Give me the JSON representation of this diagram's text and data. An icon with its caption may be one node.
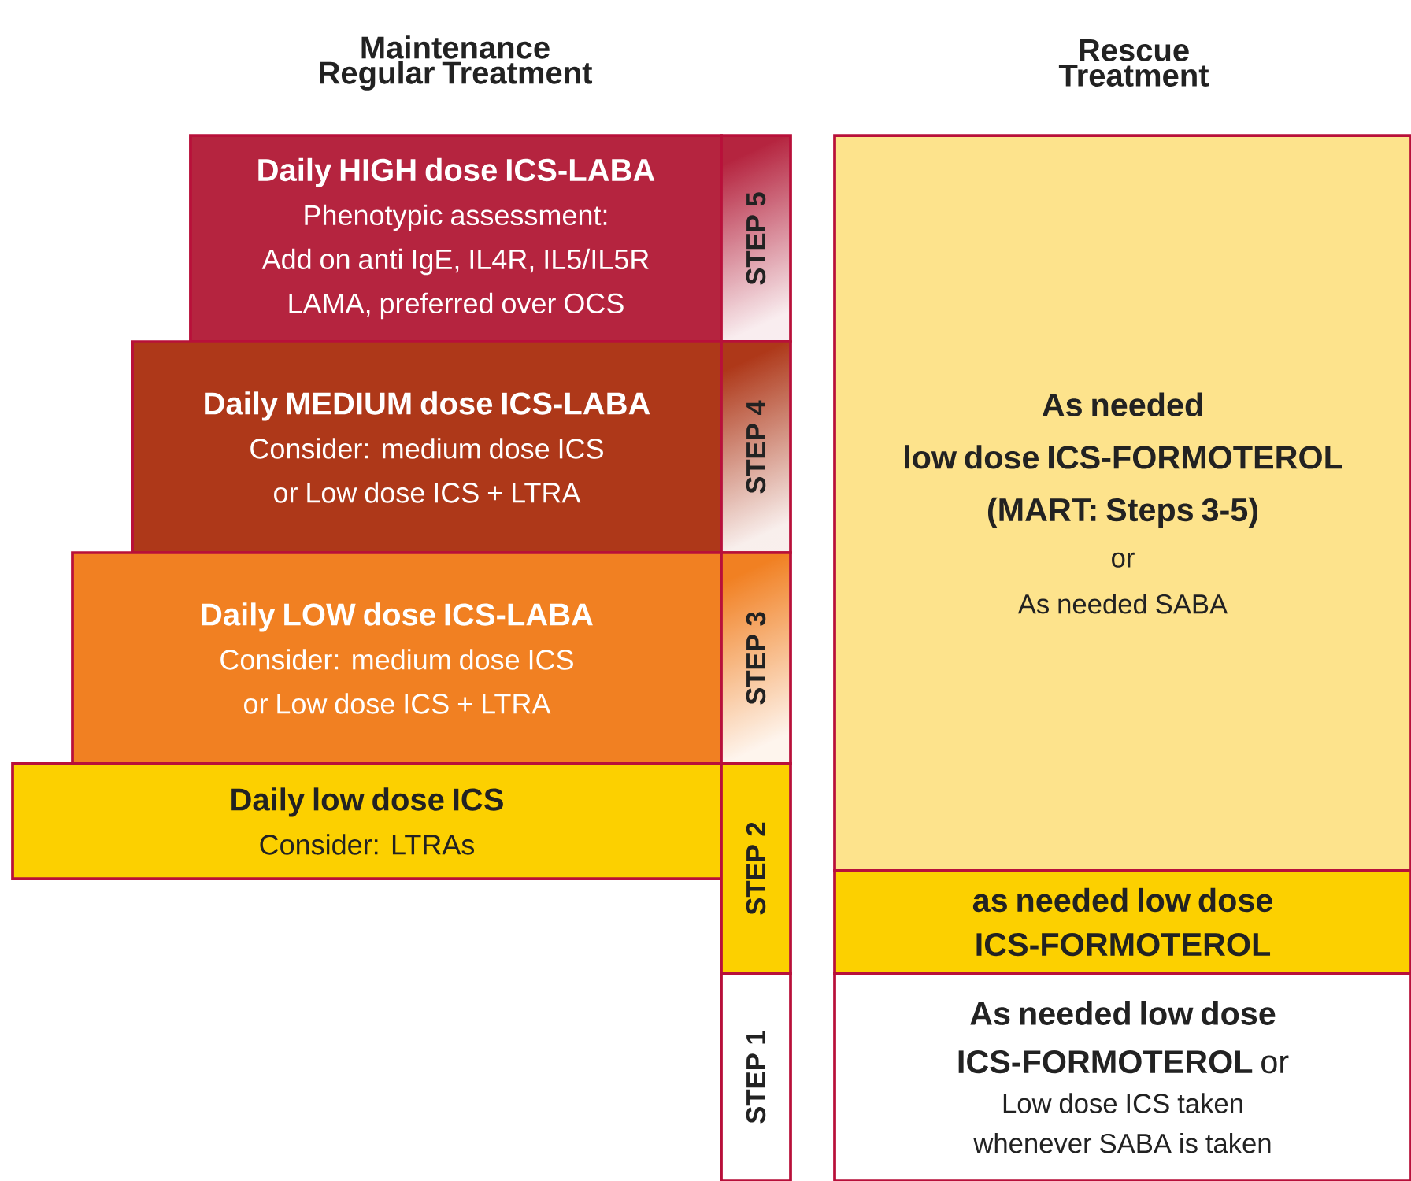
{
  "diagram": {
    "nodes": [
      {
        "text": [
          "Daily HIGH dose ICS-LABA",
          "Phenotypic assessment:",
          "Add on anti IgE, IL4R, IL5/IL5R",
          "LAMA, preferred over OCS"
        ]
      },
      {
        "text": [
          "Daily MEDIUM dose ICS-LABA",
          "Consider: medium dose ICS",
          "or Low dose ICS + LTRA"
        ]
      },
      {
        "text": [
          "Daily LOW dose ICS-LABA",
          "Consider: medium dose ICS",
          "or Low dose ICS + LTRA"
        ]
      },
      {
        "text": [
          "Daily low dose ICS",
          "Consider: LTRAs"
        ]
      },
      {
        "text": [
          "STEP 5"
        ]
      },
      {
        "text": [
          "STEP 4"
        ]
      },
      {
        "text": [
          "STEP 3"
        ]
      },
      {
        "text": [
          "STEP 2"
        ]
      },
      {
        "text": [
          "STEP 1"
        ]
      },
      {
        "text": [
          "As needed",
          "low dose ICS-FORMOTEROL",
          "(MART: Steps 3-5)",
          "or",
          "As needed  SABA"
        ]
      },
      {
        "text": [
          "as needed  low dose",
          "ICS-FORMOTEROL"
        ]
      },
      {
        "text": [
          "As needed  low dose",
          "**ICS-FORMOTEROL** or",
          "Low dose ICS taken",
          "whenever SABA is taken"
        ]
      }
    ],
    "labels": [
      "Maintenance Regular Treatment",
      "Rescue Treatment"
    ]
  }
}
